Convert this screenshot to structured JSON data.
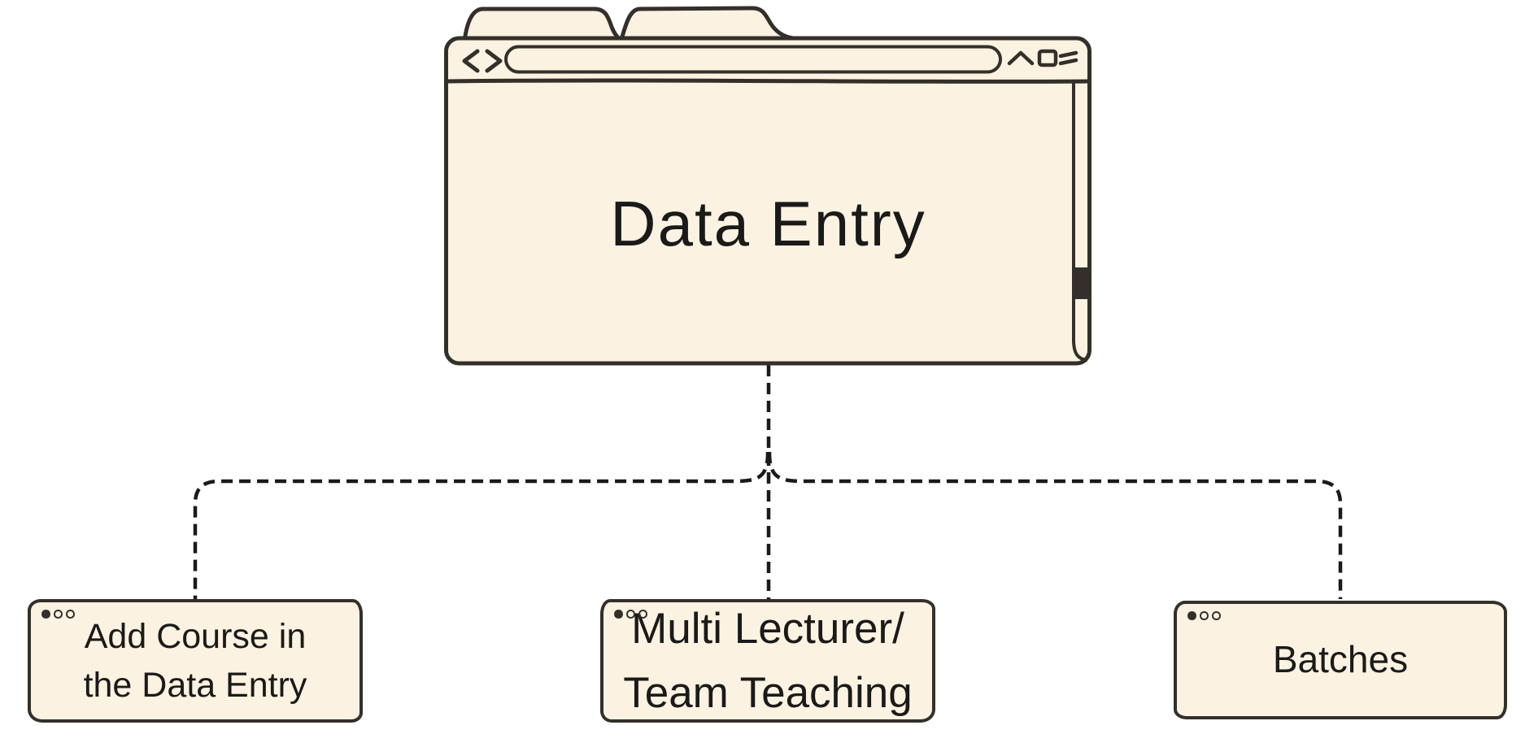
{
  "browser_window": {
    "title": "Data Entry",
    "tab_count": 2,
    "nav_icons": [
      "back-chevron-icon",
      "forward-chevron-icon"
    ],
    "control_icons": [
      "caret-up-icon",
      "square-icon",
      "equals-icon"
    ],
    "url_bar_value": ""
  },
  "child_boxes": [
    {
      "id": "add-course",
      "lines": [
        "Add Course in",
        "the Data Entry"
      ]
    },
    {
      "id": "multi-lecturer",
      "lines": [
        "Multi Lecturer/",
        "Team Teaching"
      ]
    },
    {
      "id": "batches",
      "lines": [
        "Batches"
      ]
    }
  ],
  "connectors": {
    "style": "dashed",
    "from": "Data Entry",
    "to": [
      "Add Course in the Data Entry",
      "Multi Lecturer/ Team Teaching",
      "Batches"
    ]
  },
  "colors": {
    "background": "#ffffff",
    "node_fill": "#fcf2e1",
    "node_stroke": "#33302b",
    "connector": "#1a1a1a",
    "text": "#1a1a1a",
    "scrollbar_thumb": "#33302b"
  }
}
